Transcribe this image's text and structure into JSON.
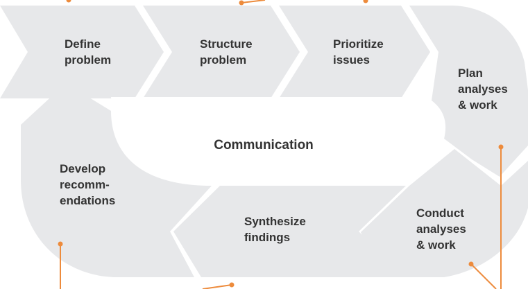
{
  "colors": {
    "shape_fill": "#e7e8ea",
    "background": "#ffffff",
    "text": "#333333",
    "connector": "#ed8b3c"
  },
  "center": {
    "label": "Communication"
  },
  "steps": [
    {
      "id": "define",
      "lines": [
        "Define",
        "problem"
      ]
    },
    {
      "id": "structure",
      "lines": [
        "Structure",
        "problem"
      ]
    },
    {
      "id": "prioritize",
      "lines": [
        "Prioritize",
        "issues"
      ]
    },
    {
      "id": "plan",
      "lines": [
        "Plan",
        "analyses",
        "& work"
      ]
    },
    {
      "id": "conduct",
      "lines": [
        "Conduct",
        "analyses",
        "& work"
      ]
    },
    {
      "id": "synthesize",
      "lines": [
        "Synthesize",
        "findings"
      ]
    },
    {
      "id": "develop",
      "lines": [
        "Develop",
        "recomm-",
        "endations"
      ]
    }
  ]
}
